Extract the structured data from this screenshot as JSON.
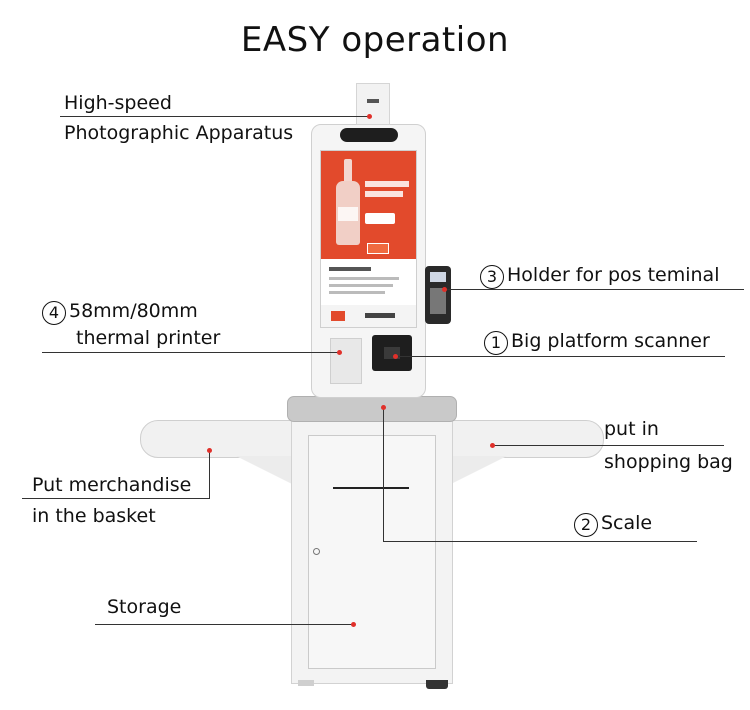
{
  "title": "EASY operation",
  "labels": {
    "camera": {
      "line1": "High-speed",
      "line2": "Photographic Apparatus"
    },
    "printer": {
      "number": "4",
      "line1": "58mm/80mm",
      "line2": "thermal printer"
    },
    "pos": {
      "number": "3",
      "text": "Holder for pos teminal"
    },
    "scanner": {
      "number": "1",
      "text": "Big platform scanner"
    },
    "shopping_bag": {
      "line1": "put in",
      "line2": "shopping bag"
    },
    "basket": {
      "line1": "Put merchandise",
      "line2": "in the basket"
    },
    "scale": {
      "number": "2",
      "text": "Scale"
    },
    "storage": {
      "text": "Storage"
    }
  },
  "colors": {
    "marker": "#e0302a",
    "screen_accent": "#e24a2c",
    "line": "#333333"
  }
}
